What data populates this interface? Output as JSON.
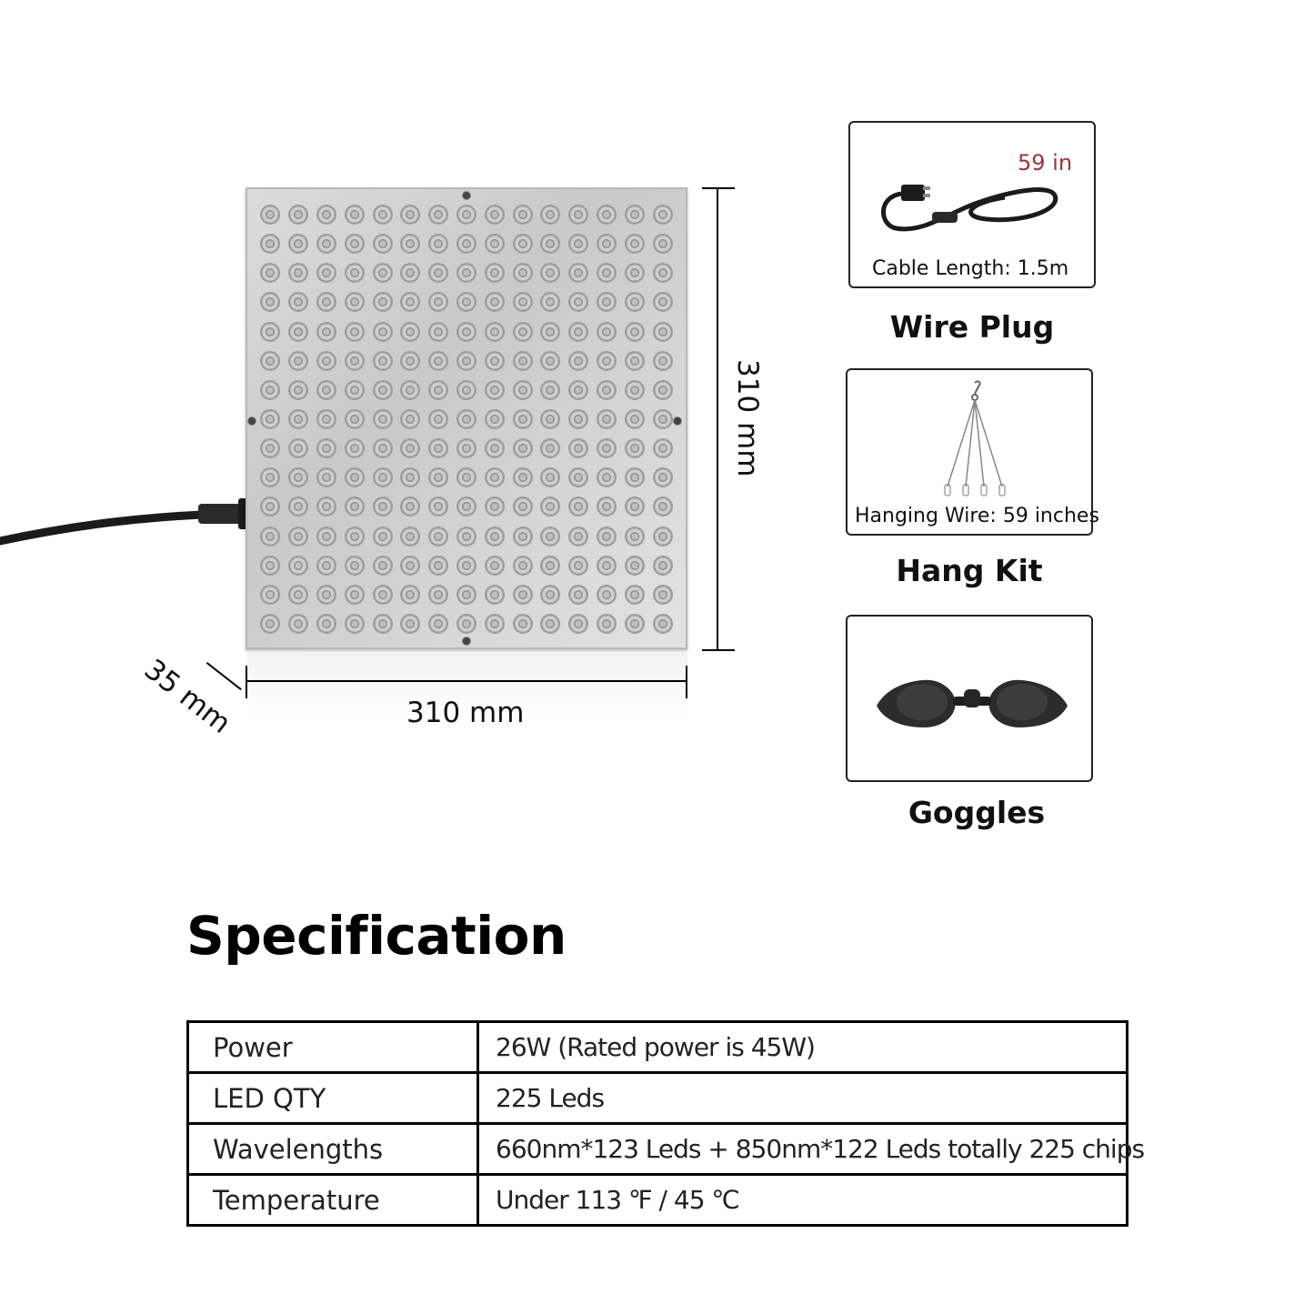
{
  "product": {
    "dimensions": {
      "height_label": "310 mm",
      "width_label": "310 mm",
      "depth_label": "35 mm"
    },
    "led_grid": {
      "rows": 15,
      "cols": 15
    }
  },
  "accessories": [
    {
      "id": "wire-plug",
      "accent_label": "59 in",
      "caption": "Cable Length: 1.5m",
      "title": "Wire Plug",
      "icon": "power-cable-icon"
    },
    {
      "id": "hang-kit",
      "caption": "Hanging Wire: 59 inches",
      "title": "Hang Kit",
      "icon": "hanging-wire-icon"
    },
    {
      "id": "goggles",
      "title": "Goggles",
      "icon": "goggles-icon"
    }
  ],
  "colors": {
    "accent": "#a0343a",
    "border": "#222222",
    "text": "#111111"
  },
  "specification": {
    "heading": "Specification",
    "rows": [
      {
        "key": "Power",
        "value": "26W    (Rated power is 45W)"
      },
      {
        "key": "LED QTY",
        "value": "225 Leds"
      },
      {
        "key": "Wavelengths",
        "value": "660nm*123 Leds + 850nm*122 Leds totally 225 chips"
      },
      {
        "key": "Temperature",
        "value": "Under 113 ℉  / 45 ℃"
      }
    ]
  }
}
